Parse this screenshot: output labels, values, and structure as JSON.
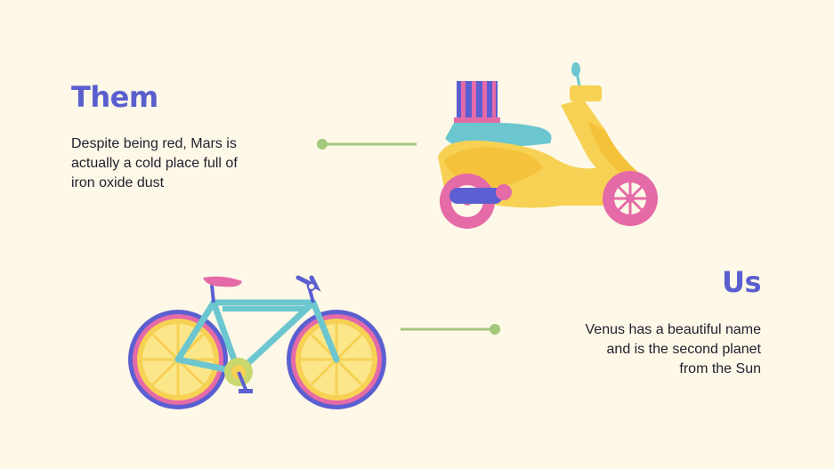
{
  "colors": {
    "background": "#fdf8e7",
    "heading": "#5a5fcf",
    "text": "#1f1f2e",
    "connector": "#a3c97c",
    "yellow": "#f7d154",
    "pink": "#e56aa8",
    "blue": "#5b5fd1",
    "teal": "#6bc6cf"
  },
  "sections": {
    "them": {
      "title": "Them",
      "text": "Despite being red, Mars is\nactually a cold place full of\niron oxide dust",
      "illustration": "scooter-icon"
    },
    "us": {
      "title": "Us",
      "text": "Venus has a beautiful name\nand is the second planet\nfrom the Sun",
      "illustration": "bicycle-icon"
    }
  }
}
